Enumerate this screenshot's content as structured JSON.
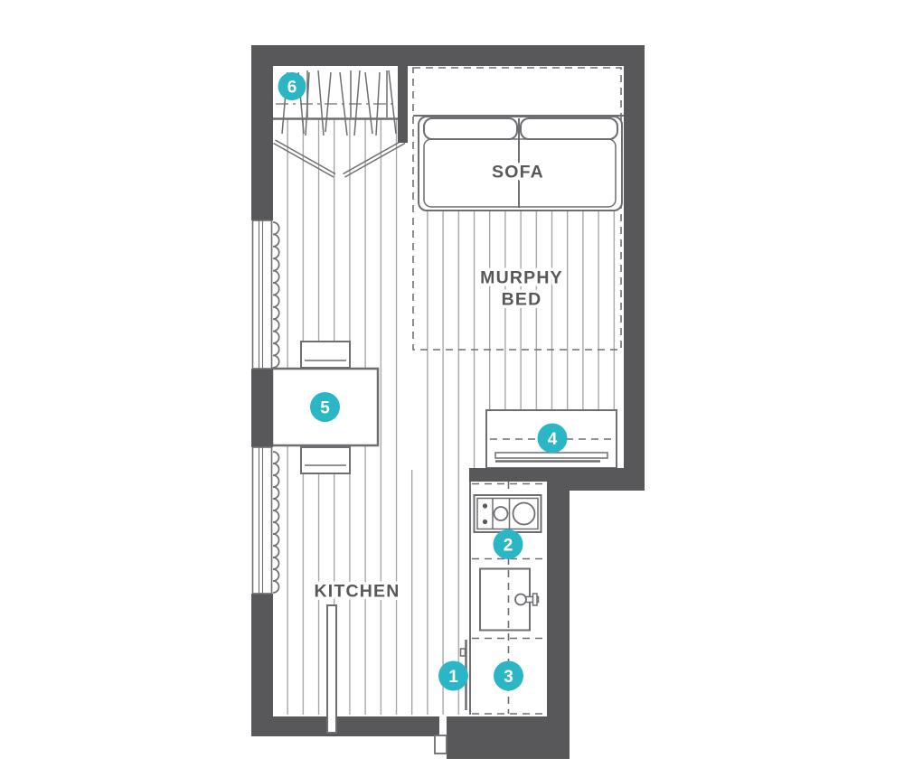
{
  "labels": {
    "sofa": "SOFA",
    "murphy_bed_line1": "MURPHY",
    "murphy_bed_line2": "BED",
    "kitchen": "KITCHEN"
  },
  "markers": [
    {
      "number": "1"
    },
    {
      "number": "2"
    },
    {
      "number": "3"
    },
    {
      "number": "4"
    },
    {
      "number": "5"
    },
    {
      "number": "6"
    }
  ],
  "colors": {
    "wall": "#58585b",
    "furniture_line": "#6d6e71",
    "floor_plank_line": "#97999c",
    "marker_background": "#2bb6c6",
    "marker_number": "#ffffff",
    "label_text": "#58585b",
    "background": "#ffffff"
  }
}
